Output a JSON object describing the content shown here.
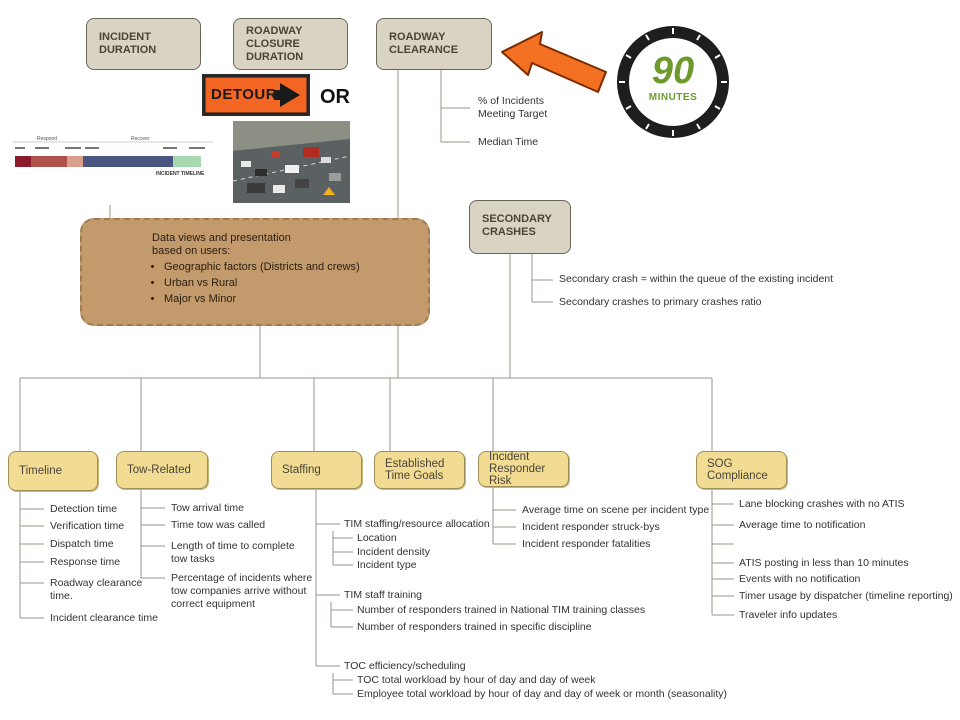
{
  "top_boxes": {
    "incident_duration": "INCIDENT\nDURATION",
    "roadway_closure": "ROADWAY\nCLOSURE\nDURATION",
    "roadway_clearance": "ROADWAY\nCLEARANCE"
  },
  "detour_sign": "DETOUR",
  "or_label": "OR",
  "clock": {
    "number": "90",
    "unit": "MINUTES",
    "accent": "#6e9a2c"
  },
  "clearance_items": [
    "% of Incidents\nMeeting Target",
    "Median Time"
  ],
  "timeline_graphic": {
    "phases": [
      "Respond",
      "Recover"
    ],
    "caption": "INCIDENT TIMELINE"
  },
  "secondary_crashes": {
    "title": "SECONDARY\nCRASHES",
    "items": [
      "Secondary crash = within the queue of the existing incident",
      "Secondary crashes to primary crashes ratio"
    ]
  },
  "data_views": {
    "heading": "Data views and presentation\nbased on users:",
    "bullets": [
      "Geographic factors (Districts and crews)",
      "Urban vs Rural",
      "Major vs Minor"
    ]
  },
  "categories": {
    "timeline": {
      "title": "Timeline",
      "items": [
        "Detection time",
        "Verification time",
        "Dispatch time",
        "Response time",
        "Roadway clearance\ntime.",
        "Incident clearance time"
      ]
    },
    "tow": {
      "title": "Tow-Related",
      "items": [
        "Tow arrival time",
        "Time tow was called",
        "Length of time to complete\ntow tasks",
        "Percentage of incidents where\ntow companies arrive without\ncorrect equipment"
      ]
    },
    "staffing": {
      "title": "Staffing",
      "groups": [
        {
          "label": "TIM staffing/resource allocation",
          "items": [
            "Location",
            "Incident density",
            "Incident type"
          ]
        },
        {
          "label": "TIM staff training",
          "items": [
            "Number of responders trained in National TIM training classes",
            "Number of responders trained in specific discipline"
          ]
        },
        {
          "label": "TOC efficiency/scheduling",
          "items": [
            "TOC total workload by hour of day and day of week",
            "Employee total workload by hour of day and day of week or month (seasonality)"
          ]
        }
      ]
    },
    "goals": {
      "title": "Established\nTime Goals"
    },
    "risk": {
      "title": "Incident\nResponder Risk",
      "items": [
        "Average time on scene per incident type",
        "Incident responder struck-bys",
        "Incident responder fatalities"
      ]
    },
    "sog": {
      "title": "SOG\nCompliance",
      "items": [
        "Lane blocking crashes with no ATIS",
        "Average time to notification",
        "ATIS posting in less than 10 minutes",
        "Events with no notification",
        "Timer usage by dispatcher (timeline reporting)",
        "Traveler info updates"
      ]
    }
  },
  "colors": {
    "top_box": "#d9d3c4",
    "category_box": "#f2dc93",
    "center_box": "#c39a6b",
    "arrow": "#f36f21",
    "lines": "#9a9485"
  }
}
